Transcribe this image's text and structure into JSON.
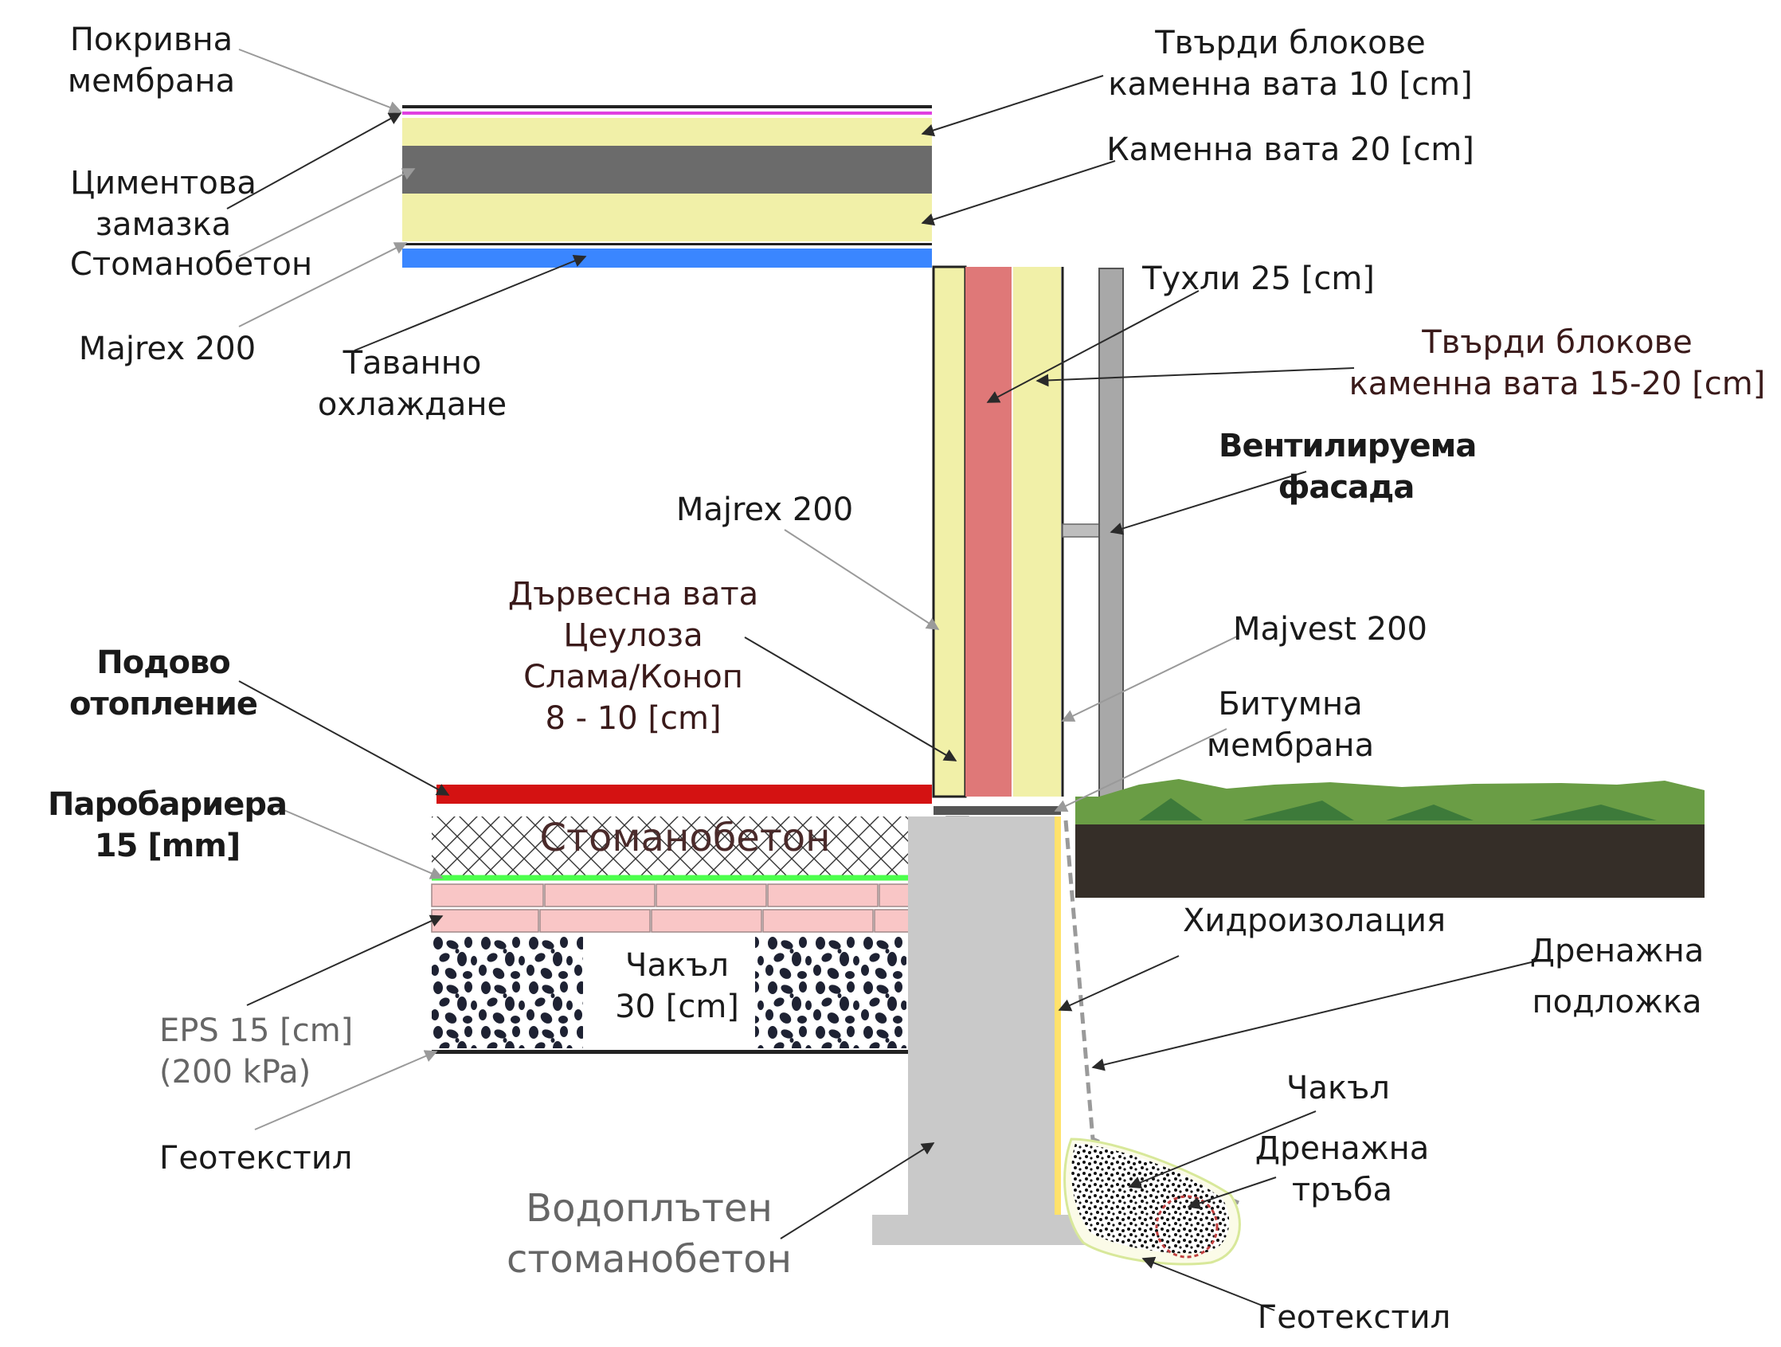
{
  "colors": {
    "mineral_wool": "#f1f0a8",
    "cement_screed": "#6b6b6b",
    "ceiling_cooling": "#3a86ff",
    "roof_membrane": "#e040e0",
    "brick": "#df7878",
    "concrete": "#c9c9c9",
    "floor_heating": "#d41212",
    "vapor_barrier": "#4cff4c",
    "eps": "#f9c6c6",
    "grass": "#6a9d45",
    "soil": "#352e28",
    "waterproofing": "#ffe26b",
    "geotextile": "#d8e89a",
    "drain_pipe": "#c04040"
  },
  "labels": {
    "roof_membrane": [
      "Покривна",
      "мембрана"
    ],
    "cement_screed": [
      "Циментова",
      "замазка"
    ],
    "reinforced_concrete_roof": [
      "Стоманобетон"
    ],
    "majrex_roof": [
      "Majrex 200"
    ],
    "ceiling_cooling": [
      "Таванно",
      "охлаждане"
    ],
    "rigid_wool_10": [
      "Твърди блокове",
      "каменна вата 10 [cm]"
    ],
    "rock_wool_20": [
      "Каменна вата 20 [cm]"
    ],
    "bricks": [
      "Тухли 25 [cm]"
    ],
    "rigid_wool_15_20": [
      "Твърди блокове",
      "каменна вата 15-20 [cm]"
    ],
    "ventilated_facade": [
      "Вентилируема",
      "фасада"
    ],
    "majrex_wall": [
      "Majrex 200"
    ],
    "wood_wool": [
      "Дървесна вата",
      "Цеулоза",
      "Слама/Коноп",
      "8 - 10 [cm]"
    ],
    "majvest": [
      "Majvest 200"
    ],
    "bitumen_membrane": [
      "Битумна",
      "мембрана"
    ],
    "floor_heating": [
      "Подово",
      "отопление"
    ],
    "vapor_barrier": [
      "Паробариера",
      "15 [mm]"
    ],
    "slab_concrete": [
      "Стоманобетон"
    ],
    "gravel_30": [
      "Чакъл",
      "30 [cm]"
    ],
    "eps": [
      "EPS 15 [cm]",
      "(200 kPa)"
    ],
    "geotextile_floor": [
      "Геотекстил"
    ],
    "waterproof_concrete": [
      "Водоплътен",
      "стоманобетон"
    ],
    "waterproofing": [
      "Хидроизолация"
    ],
    "drainage_mat": [
      "Дренажна",
      "подложка"
    ],
    "gravel_drain": [
      "Чакъл"
    ],
    "drain_pipe": [
      "Дренажна",
      "тръба"
    ],
    "geotextile_drain": [
      "Геотекстил"
    ]
  }
}
